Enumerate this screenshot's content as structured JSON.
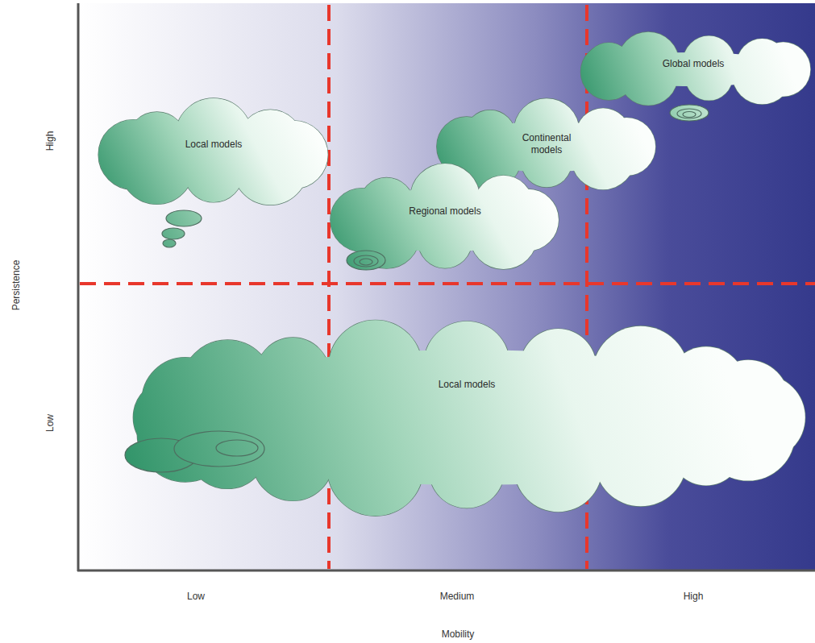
{
  "diagram": {
    "nodes": [
      {
        "text": [
          "Global models"
        ]
      },
      {
        "text": [
          "Local models"
        ]
      },
      {
        "text": [
          "Continental models"
        ]
      },
      {
        "text": [
          "Regional models"
        ]
      },
      {
        "text": [
          "Local models"
        ]
      }
    ],
    "labels": [
      "High",
      "Low",
      "Persistence",
      "Low",
      "Medium",
      "High",
      "Mobility"
    ]
  }
}
